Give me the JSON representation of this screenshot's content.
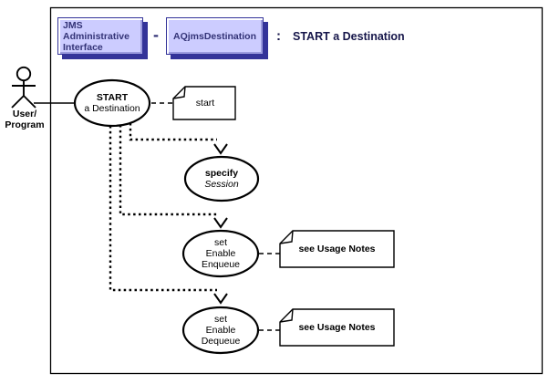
{
  "header": {
    "box1": "JMS\nAdministrative\nInterface",
    "box2": "AQjmsDestination",
    "separator": "-",
    "colon": ":",
    "title": "START a Destination"
  },
  "actor": {
    "label": "User/\nProgram"
  },
  "usecases": {
    "start": {
      "line1": "START",
      "line2": "a Destination"
    },
    "session": {
      "line1": "specify",
      "line2": "Session"
    },
    "enqueue": {
      "text": "set\nEnable\nEnqueue"
    },
    "dequeue": {
      "text": "set\nEnable\nDequeue"
    }
  },
  "notes": {
    "start": "start",
    "enqueue": "see Usage Notes",
    "dequeue": "see Usage Notes"
  },
  "colors": {
    "box_fill": "#ccccff",
    "box_shadow": "#333399",
    "box_text": "#333377",
    "title_text": "#16164a",
    "line": "#000000"
  }
}
